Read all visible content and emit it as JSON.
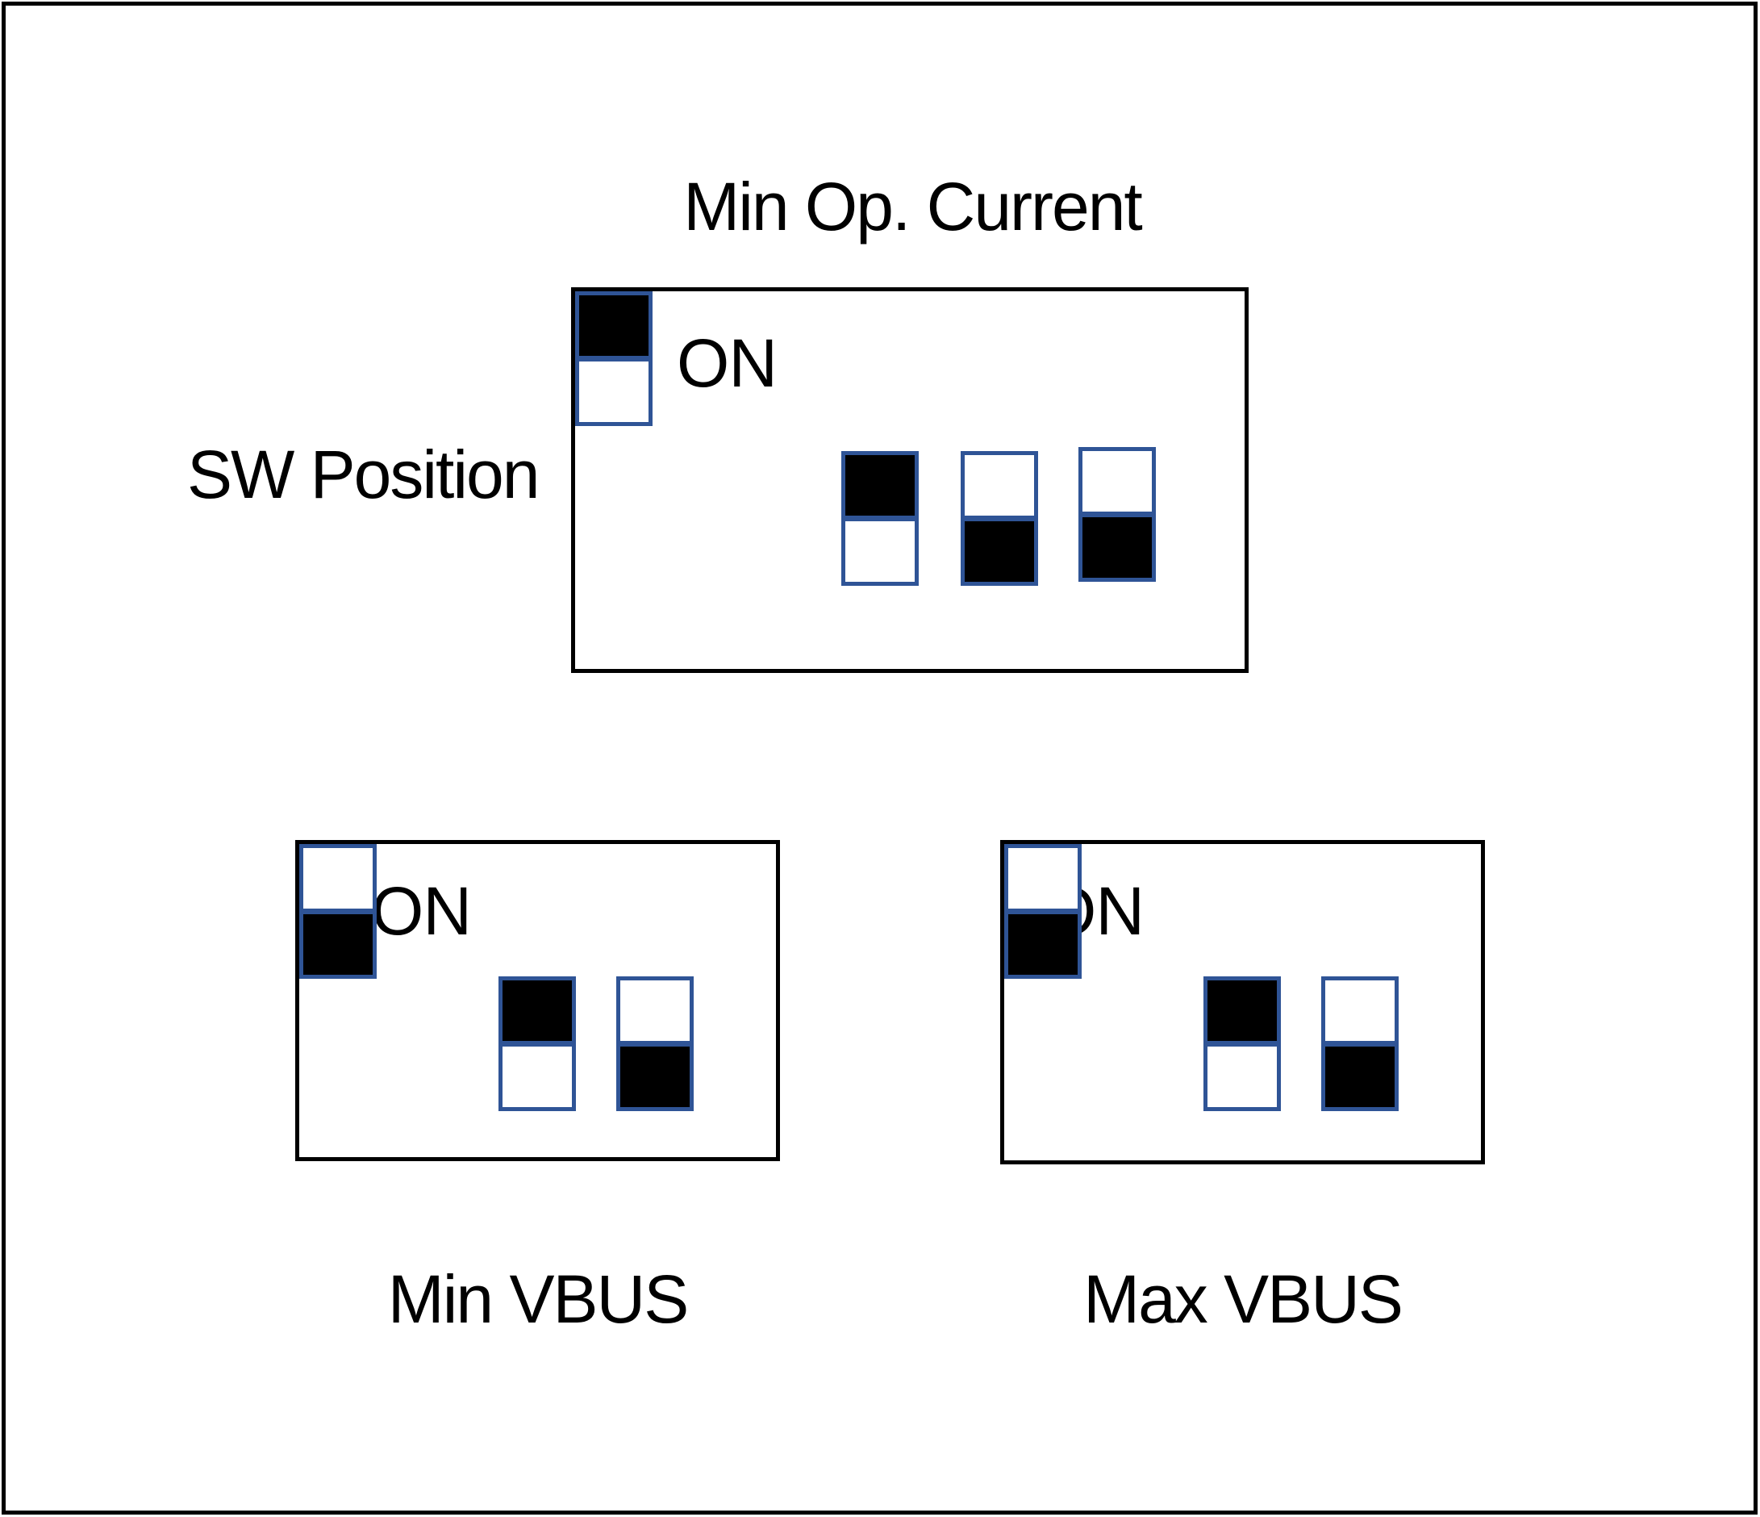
{
  "colors": {
    "background": "#FFFFFF",
    "text": "#000000",
    "box_border": "#000000",
    "switch_border": "#2F5496",
    "switch_on_fill": "#000000",
    "switch_off_fill": "#FFFFFF"
  },
  "title": {
    "text": "Min Op. Current"
  },
  "side_label": {
    "text": "SW Position"
  },
  "dip_boxes": [
    {
      "name": "min-op-current",
      "on_label": "ON",
      "switches": [
        "up",
        "down",
        "down",
        "up"
      ]
    },
    {
      "name": "min-vbus",
      "on_label": "ON",
      "label": "Min VBUS",
      "switches": [
        "up",
        "down",
        "down"
      ]
    },
    {
      "name": "max-vbus",
      "on_label": "ON",
      "label": "Max VBUS",
      "switches": [
        "up",
        "down",
        "down"
      ]
    }
  ]
}
